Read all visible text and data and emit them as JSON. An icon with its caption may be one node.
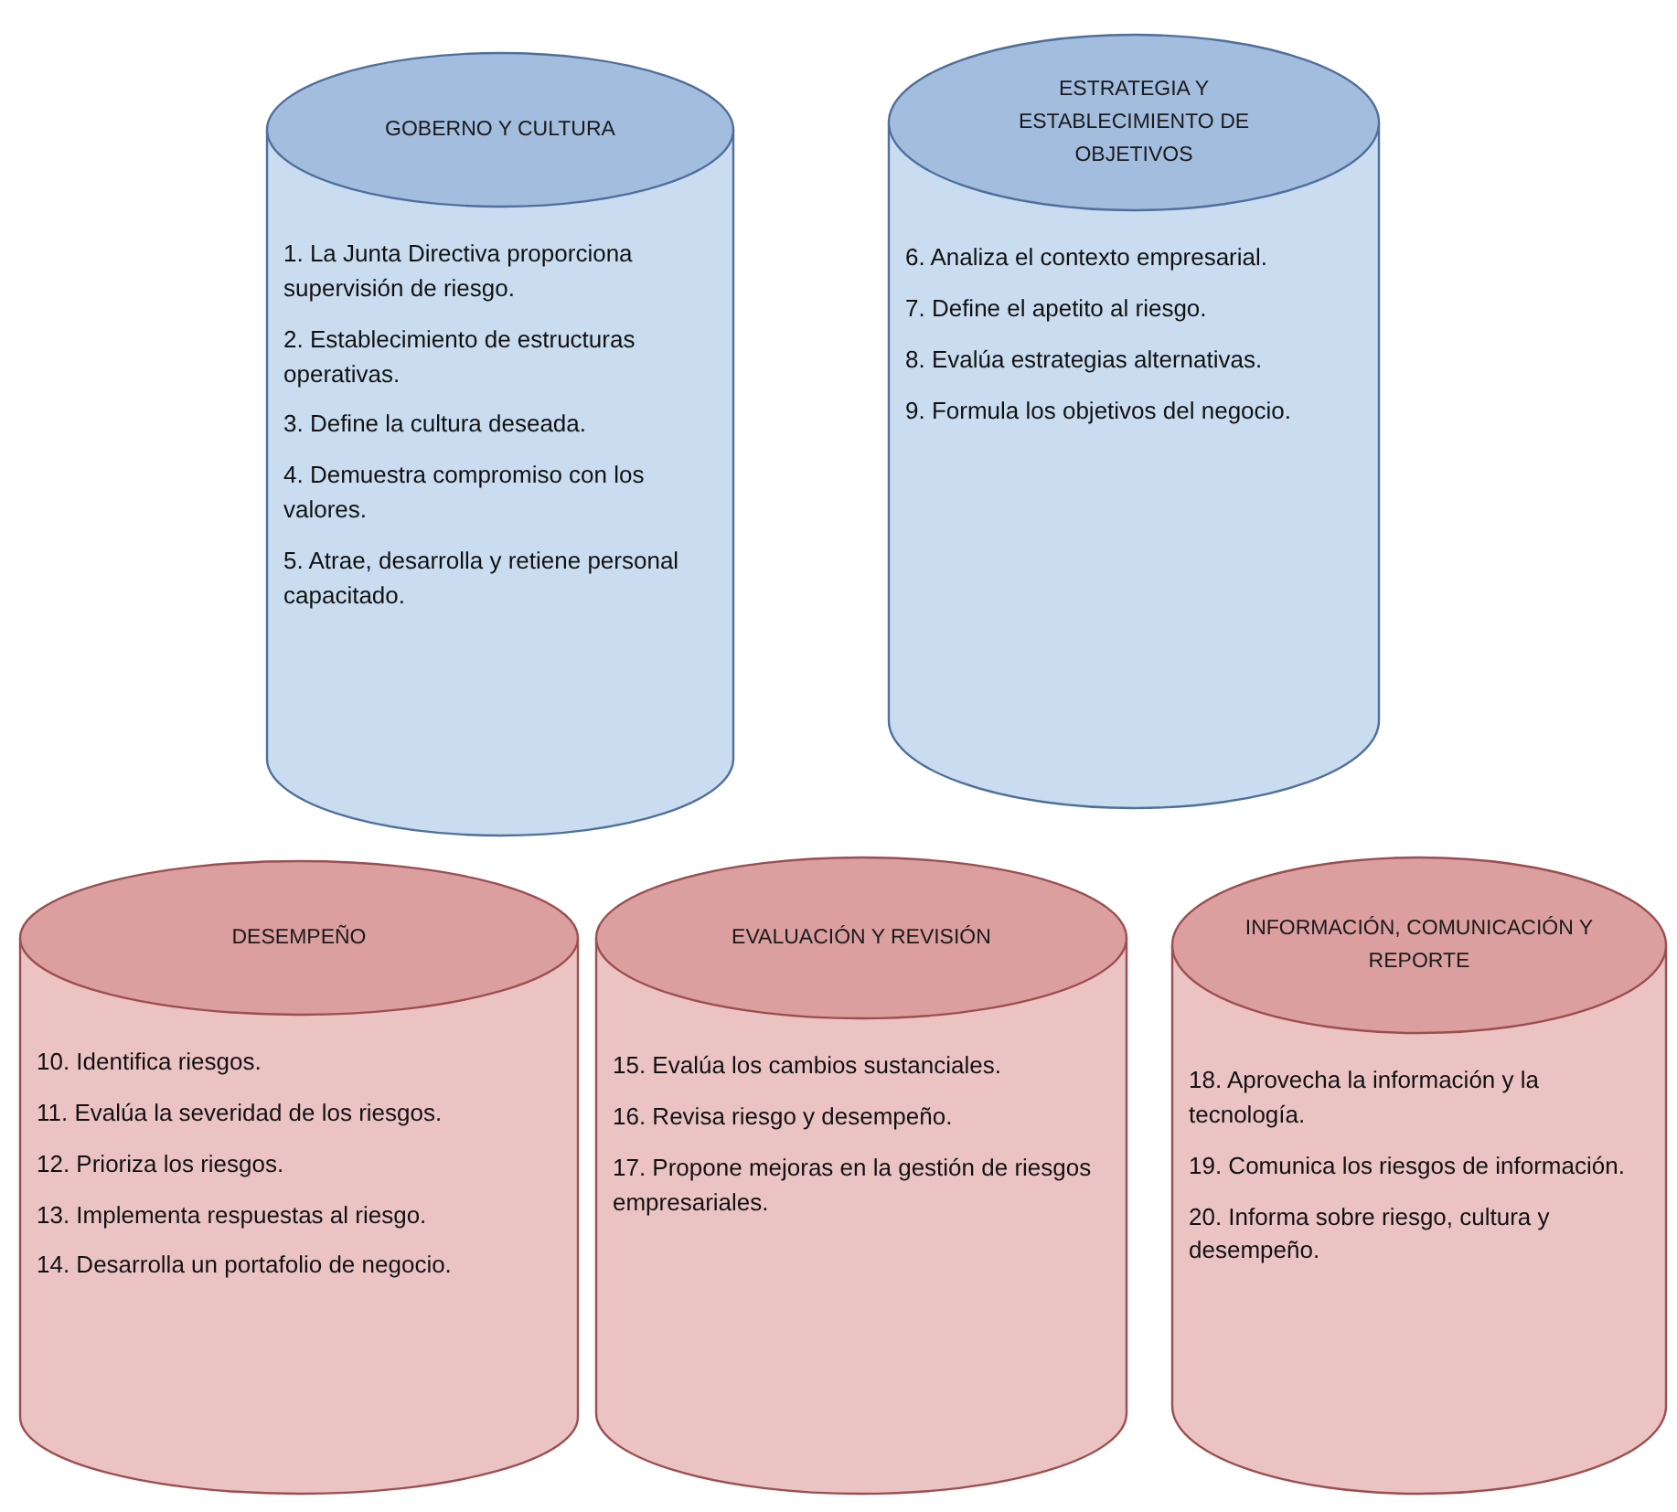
{
  "diagram": {
    "nodes": [
      {
        "text": [
          "GOBERNO Y CULTURA",
          "1. La Junta Directiva proporciona supervisión de riesgo.",
          "2. Establecimiento de estructuras operativas.",
          "3. Define la cultura deseada.",
          "4. Demuestra compromiso con los valores.",
          "5. Atrae, desarrolla y retiene personal capacitado."
        ]
      },
      {
        "text": [
          "ESTRATEGIA Y ESTABLECIMIENTO DE OBJETIVOS",
          "6. Analiza el contexto empresarial.",
          "7. Define el apetito al riesgo.",
          "8. Evalúa estrategias alternativas.",
          "9. Formula los objetivos del negocio."
        ]
      },
      {
        "text": [
          "DESEMPEÑO",
          "10. Identifica riesgos.",
          "11. Evalúa la severidad de los riesgos.",
          "12. Prioriza los riesgos.",
          "13. Implementa respuestas al riesgo.",
          "14. Desarrolla un portafolio de negocio."
        ]
      },
      {
        "text": [
          "EVALUACIÓN Y REVISIÓN",
          "15. Evalúa los cambios sustanciales.",
          "16. Revisa riesgo y desempeño.",
          "17. Propone mejoras en la gestión de riesgos empresariales."
        ]
      },
      {
        "text": [
          "INFORMACIÓN, COMUNICACIÓN Y REPORTE",
          "18. Aprovecha la información y la tecnología.",
          "19. Comunica los riesgos de información.",
          "20. Informa sobre riesgo, cultura y desempeño."
        ]
      }
    ]
  }
}
